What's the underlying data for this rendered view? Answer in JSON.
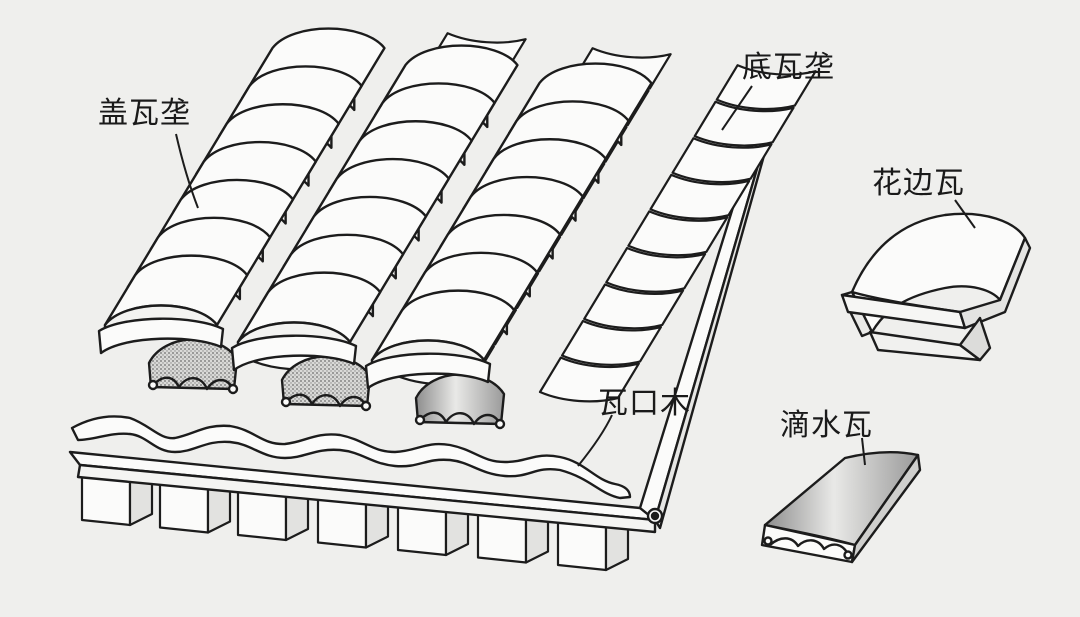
{
  "labels": {
    "cover_tile_ridge": "盖瓦垄",
    "bottom_tile_ridge": "底瓦垄",
    "edge_tile": "花边瓦",
    "eave_board": "瓦口木",
    "drip_tile": "滴水瓦"
  },
  "colors": {
    "background": "#efefed",
    "line": "#1c1c1c",
    "tile_fill": "#fbfbfa",
    "shade": "#bdbdbd"
  }
}
